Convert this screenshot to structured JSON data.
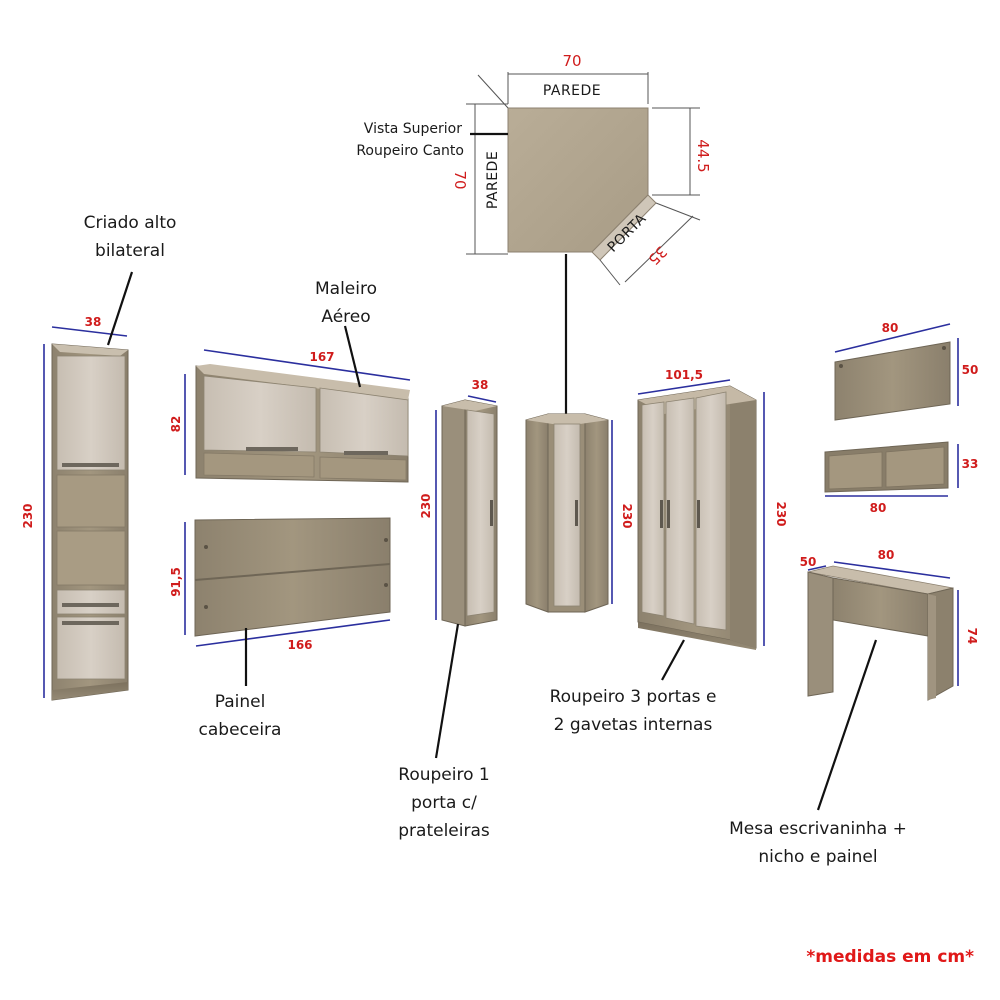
{
  "title_note": "*medidas em cm*",
  "colors": {
    "wood_dark": "#938874",
    "wood_light": "#cfc6bb",
    "wood_mid": "#b3a793",
    "dimension_line": "#2b2f9e",
    "dimension_text": "#d01c1c",
    "note_text": "#e01818"
  },
  "top_view": {
    "label_line1": "Vista Superior",
    "label_line2": "Roupeiro Canto",
    "wall_top": "PAREDE",
    "wall_left": "PAREDE",
    "door": "PORTA",
    "dim_width": "70",
    "dim_depth": "70",
    "dim_side": "44.5",
    "dim_door": "35"
  },
  "pieces": {
    "criado": {
      "label_line1": "Criado alto",
      "label_line2": "bilateral",
      "dim_width": "38",
      "dim_height": "230"
    },
    "maleiro": {
      "label_line1": "Maleiro",
      "label_line2": "Aéreo",
      "dim_width": "167",
      "dim_height": "82"
    },
    "painel": {
      "label_line1": "Painel",
      "label_line2": "cabeceira",
      "dim_width": "166",
      "dim_height": "91,5"
    },
    "roupeiro1": {
      "label_line1": "Roupeiro 1",
      "label_line2": "porta c/",
      "label_line3": "prateleiras",
      "dim_width": "38",
      "dim_height": "230"
    },
    "canto": {
      "dim_height": "230"
    },
    "roupeiro3": {
      "label_line1": "Roupeiro 3 portas e",
      "label_line2": "2 gavetas internas",
      "dim_width": "101,5",
      "dim_height": "230"
    },
    "mesa": {
      "label_line1": "Mesa escrivaninha +",
      "label_line2": "nicho e painel",
      "panel_width": "80",
      "panel_height": "50",
      "nicho_width": "80",
      "nicho_height": "33",
      "desk_depth": "50",
      "desk_width": "80",
      "desk_height": "74"
    }
  },
  "icons": {
    "wood_texture": "wood-grain-pattern",
    "handle": "bar-handle"
  }
}
